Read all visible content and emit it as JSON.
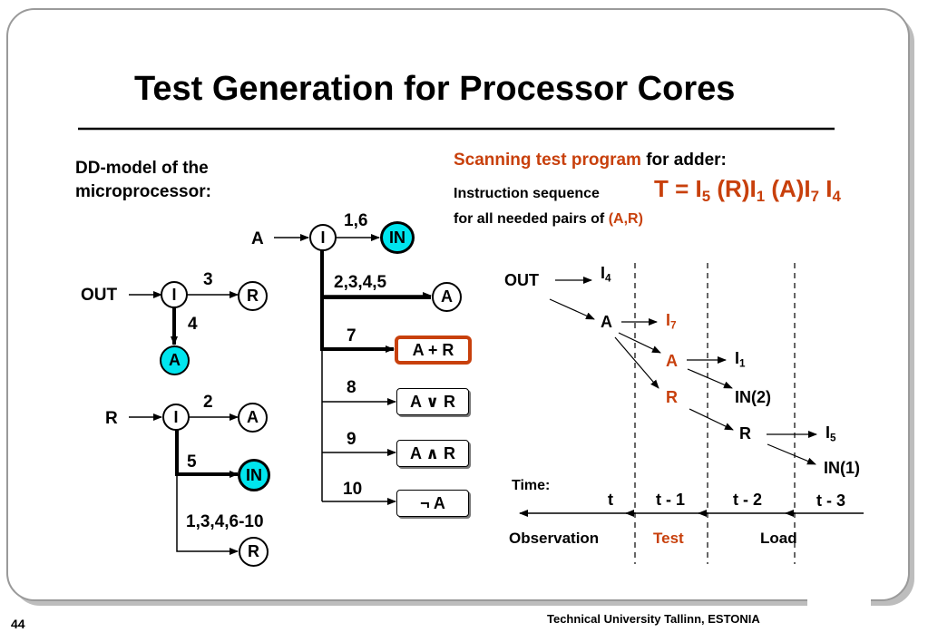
{
  "slide": {
    "title": "Test Generation for Processor Cores",
    "page_number": "44",
    "footer": "Technical University Tallinn, ESTONIA"
  },
  "left": {
    "caption_line1": "DD-model of the",
    "caption_line2": "microprocessor:",
    "graph_out": {
      "input": "OUT",
      "root": "I",
      "edge_top": "3",
      "top_terminal": "R",
      "edge_down": "4",
      "down_terminal": "A"
    },
    "graph_r": {
      "input": "R",
      "root": "I",
      "edge_top": "2",
      "top_terminal": "A",
      "edge_down": "5",
      "down_terminal": "IN",
      "edge_bottom": "1,3,4,6-10",
      "bottom_terminal": "R"
    },
    "graph_a": {
      "input": "A",
      "root": "I",
      "edge_top": "1,6",
      "top_terminal": "IN",
      "branches": [
        {
          "edge": "2,3,4,5",
          "terminal": "A"
        },
        {
          "edge": "7",
          "terminal": "A + R"
        },
        {
          "edge": "8",
          "terminal": "A ∨ R"
        },
        {
          "edge": "9",
          "terminal": "A ∧ R"
        },
        {
          "edge": "10",
          "terminal": "¬ A"
        }
      ]
    }
  },
  "right": {
    "heading_red": "Scanning test program",
    "heading_black": "for adder:",
    "instr_label": "Instruction sequence",
    "formula": {
      "T": "T = I",
      "s1": "5",
      "m1": " (R)I",
      "s2": "1",
      "m2": " (A)I",
      "s3": "7",
      "m3": " I",
      "s4": "4"
    },
    "pairs_text": "for all needed pairs of",
    "pairs_red": "(A,R)",
    "timeline": {
      "out": "OUT",
      "i4": "I",
      "i4s": "4",
      "a1": "A",
      "i7": "I",
      "i7s": "7",
      "a2": "A",
      "r2": "R",
      "i1": "I",
      "i1s": "1",
      "in2": "IN(2)",
      "r3": "R",
      "i5": "I",
      "i5s": "5",
      "in1": "IN(1)",
      "time_label": "Time:",
      "times": [
        "t",
        "t - 1",
        "t - 2",
        "t - 3"
      ],
      "phases": [
        "Observation",
        "Test",
        "Load"
      ]
    }
  },
  "colors": {
    "accent_red": "#c8400c",
    "terminal_cyan": "#00e5ee"
  }
}
